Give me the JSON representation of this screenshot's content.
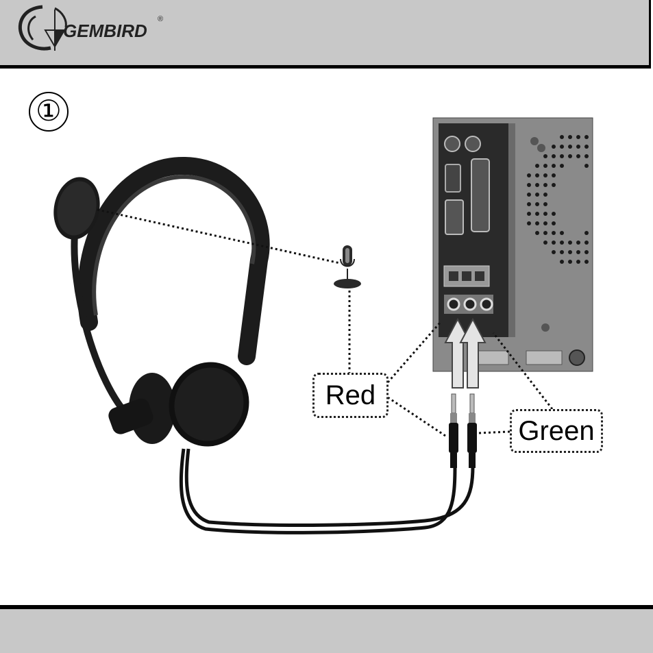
{
  "header": {
    "brand": "GEMBIRD",
    "registered_mark": "®"
  },
  "step": {
    "number": "①"
  },
  "labels": {
    "red": "Red",
    "green": "Green"
  },
  "colors": {
    "header_bg": "#c8c8c8",
    "footer_bg": "#c8c8c8",
    "border": "#000000"
  },
  "icons": [
    "gembird-logo-icon",
    "headset-illustration",
    "microphone-icon",
    "pc-rear-panel",
    "audio-jack-plug",
    "insert-arrow-icon"
  ]
}
